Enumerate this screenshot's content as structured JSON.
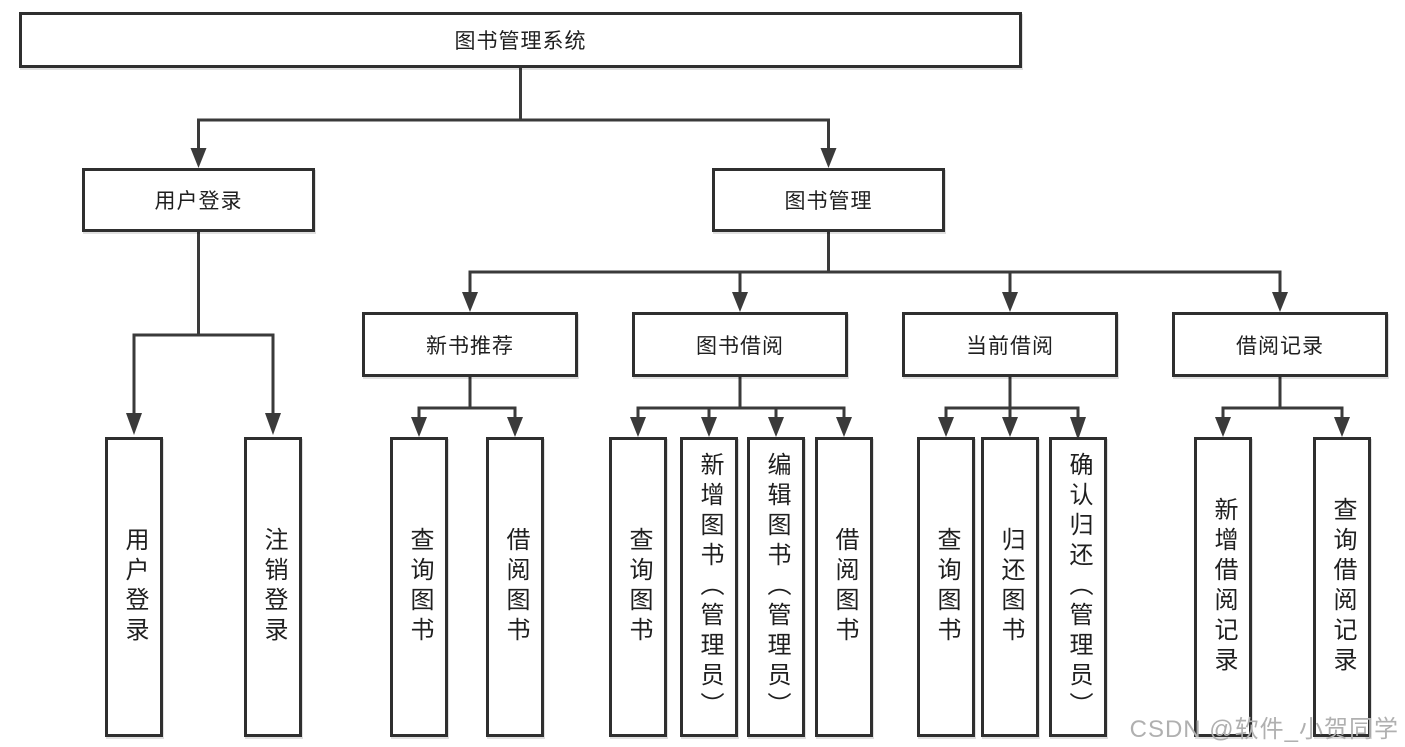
{
  "nodes": {
    "root": {
      "label": "图书管理系统"
    },
    "login_branch": {
      "label": "用户登录",
      "children": [
        {
          "label": "用户登录"
        },
        {
          "label": "注销登录"
        }
      ]
    },
    "management_branch": {
      "label": "图书管理",
      "sections": [
        {
          "label": "新书推荐",
          "children": [
            {
              "label": "查询图书"
            },
            {
              "label": "借阅图书"
            }
          ]
        },
        {
          "label": "图书借阅",
          "children": [
            {
              "label": "查询图书"
            },
            {
              "label": "新增图书（管理员）"
            },
            {
              "label": "编辑图书（管理员）"
            },
            {
              "label": "借阅图书"
            }
          ]
        },
        {
          "label": "当前借阅",
          "children": [
            {
              "label": "查询图书"
            },
            {
              "label": "归还图书"
            },
            {
              "label": "确认归还（管理员）"
            }
          ]
        },
        {
          "label": "借阅记录",
          "children": [
            {
              "label": "新增借阅记录"
            },
            {
              "label": "查询借阅记录"
            }
          ]
        }
      ]
    }
  },
  "watermark": {
    "text": "CSDN @软件_小贺同学"
  },
  "colors": {
    "line": "#3a3a3a",
    "border": "#2f2f2f",
    "text": "#1f1f1f",
    "watermark": "#b0b0b0",
    "background": "#ffffff"
  }
}
